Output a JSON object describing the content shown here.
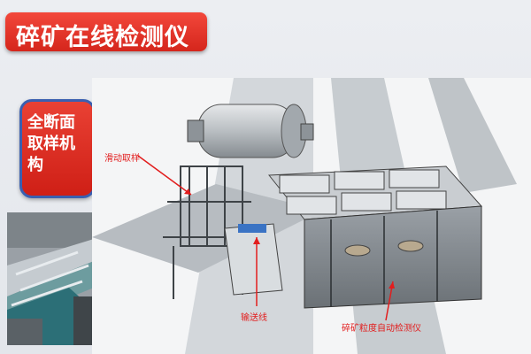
{
  "header": {
    "title": "碎矿在线检测仪"
  },
  "side_card": {
    "label": "全断面取样机构"
  },
  "callouts": {
    "sampling": "滑动取样",
    "conveyor": "输送线",
    "detector": "碎矿粒度自动检测仪"
  },
  "colors": {
    "banner_red": "#e02c22",
    "card_border_blue": "#3a5fb0",
    "callout_red": "#e21d1d"
  }
}
